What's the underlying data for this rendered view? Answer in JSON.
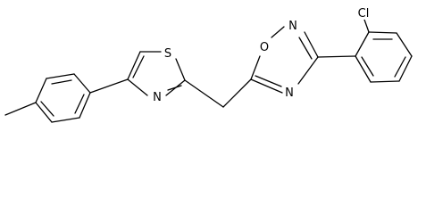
{
  "molecule": {
    "atoms": {
      "thiazole_s": "S",
      "thiazole_n": "N",
      "oxadiazole_o": "O",
      "oxadiazole_n2": "N",
      "oxadiazole_n4": "N",
      "chlorine": "Cl"
    }
  }
}
